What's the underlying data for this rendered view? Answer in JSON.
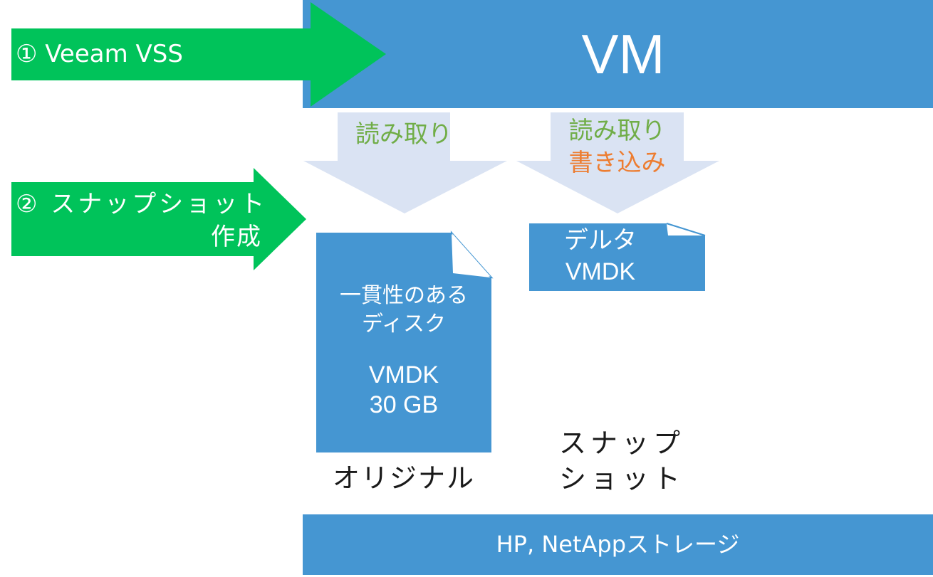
{
  "colors": {
    "primary_blue": "#4596D2",
    "arrow_green": "#00C35A",
    "light_arrow": "#DAE3F3",
    "read_text": "#70AD47",
    "write_text": "#ED7D31",
    "caption_text": "#1a1a1a"
  },
  "vm": {
    "title": "VM"
  },
  "steps": [
    {
      "label": "① Veeam VSS"
    },
    {
      "label_line1": "② スナップショット",
      "label_line2": "作成"
    }
  ],
  "flows": {
    "original": {
      "read": "読み取り"
    },
    "snapshot": {
      "read": "読み取り",
      "write": "書き込み"
    }
  },
  "original_disk": {
    "desc_line1": "一貫性のある",
    "desc_line2": "ディスク",
    "type": "VMDK",
    "size": "30 GB",
    "caption": "オリジナル"
  },
  "delta_disk": {
    "line1": "デルタ",
    "line2": "VMDK",
    "caption_line1": "スナップ",
    "caption_line2": "ショット"
  },
  "storage": {
    "label": "HP, NetAppストレージ"
  }
}
